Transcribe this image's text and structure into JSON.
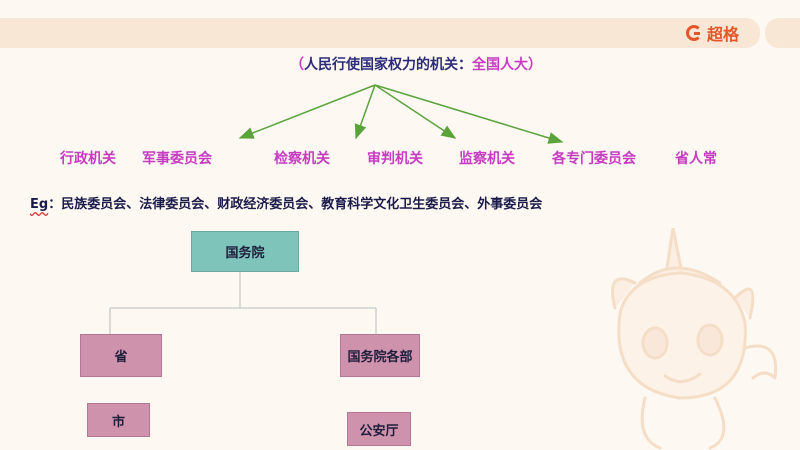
{
  "brand": {
    "name": "超格"
  },
  "title": {
    "open": "（",
    "text": "人民行使国家权力的机关：",
    "highlight": "全国人大",
    "close": "）"
  },
  "organs": [
    {
      "label": "行政机关"
    },
    {
      "label": "军事委员会"
    },
    {
      "label": "检察机关"
    },
    {
      "label": "审判机关"
    },
    {
      "label": "监察机关"
    },
    {
      "label": "各专门委员会"
    },
    {
      "label": "省人常"
    }
  ],
  "example": {
    "label": "Eg",
    "text": "：民族委员会、法律委员会、财政经济委员会、教育科学文化卫生委员会、外事委员会"
  },
  "tree": {
    "root": "国务院",
    "left": "省",
    "left_child": "市",
    "right": "国务院各部",
    "right_child": "公安厅"
  },
  "colors": {
    "accent": "#c63bc2",
    "arrow": "#5aa33a",
    "teal": "#7ec4bb",
    "pink": "#cf92ad",
    "brand": "#e3572a"
  },
  "icons": {
    "brand": "brand-logo-icon",
    "mascot": "unicorn-mascot"
  }
}
